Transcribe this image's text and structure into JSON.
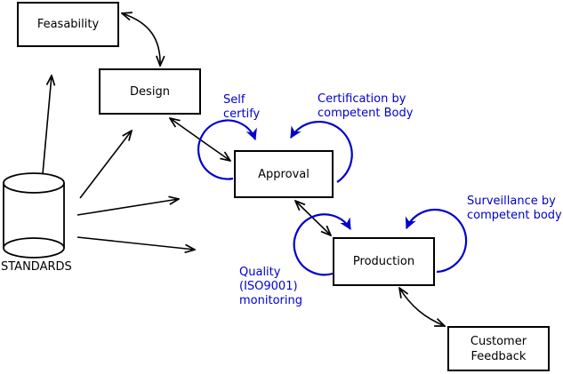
{
  "diagram": {
    "background_color": "#ffffff",
    "line_color": "#000000",
    "annotation_color": "#0000cc",
    "nodes": {
      "feasability": {
        "label": "Feasability",
        "shape": "box"
      },
      "design": {
        "label": "Design",
        "shape": "box"
      },
      "approval": {
        "label": "Approval",
        "shape": "box"
      },
      "production": {
        "label": "Production",
        "shape": "box"
      },
      "customer_feedback": {
        "label": "Customer\nFeedback",
        "shape": "box"
      },
      "standards": {
        "label": "STANDARDS",
        "shape": "cylinder"
      }
    },
    "annotations": {
      "self_certify": {
        "label": "Self\ncertify"
      },
      "certification": {
        "label": "Certification by\ncompetent Body"
      },
      "surveillance": {
        "label": "Surveillance by\ncompetent body"
      },
      "quality_monitoring": {
        "label": "Quality\n(ISO9001)\nmonitoring"
      }
    },
    "edges": [
      {
        "from": "standards",
        "to": "feasability",
        "type": "arrow"
      },
      {
        "from": "standards",
        "to": "design",
        "type": "arrow"
      },
      {
        "from": "standards",
        "to": "approval",
        "type": "arrow"
      },
      {
        "from": "standards",
        "to": "production",
        "type": "arrow"
      },
      {
        "from": "feasability",
        "to": "design",
        "type": "double-arrow"
      },
      {
        "from": "design",
        "to": "approval",
        "type": "double-arrow"
      },
      {
        "from": "approval",
        "to": "production",
        "type": "double-arrow"
      },
      {
        "from": "production",
        "to": "customer_feedback",
        "type": "double-arrow"
      },
      {
        "node": "approval",
        "type": "self-loop",
        "annotation": "self_certify"
      },
      {
        "node": "approval",
        "type": "self-loop",
        "annotation": "certification"
      },
      {
        "node": "production",
        "type": "self-loop",
        "annotation": "quality_monitoring"
      },
      {
        "node": "production",
        "type": "self-loop",
        "annotation": "surveillance"
      }
    ]
  }
}
